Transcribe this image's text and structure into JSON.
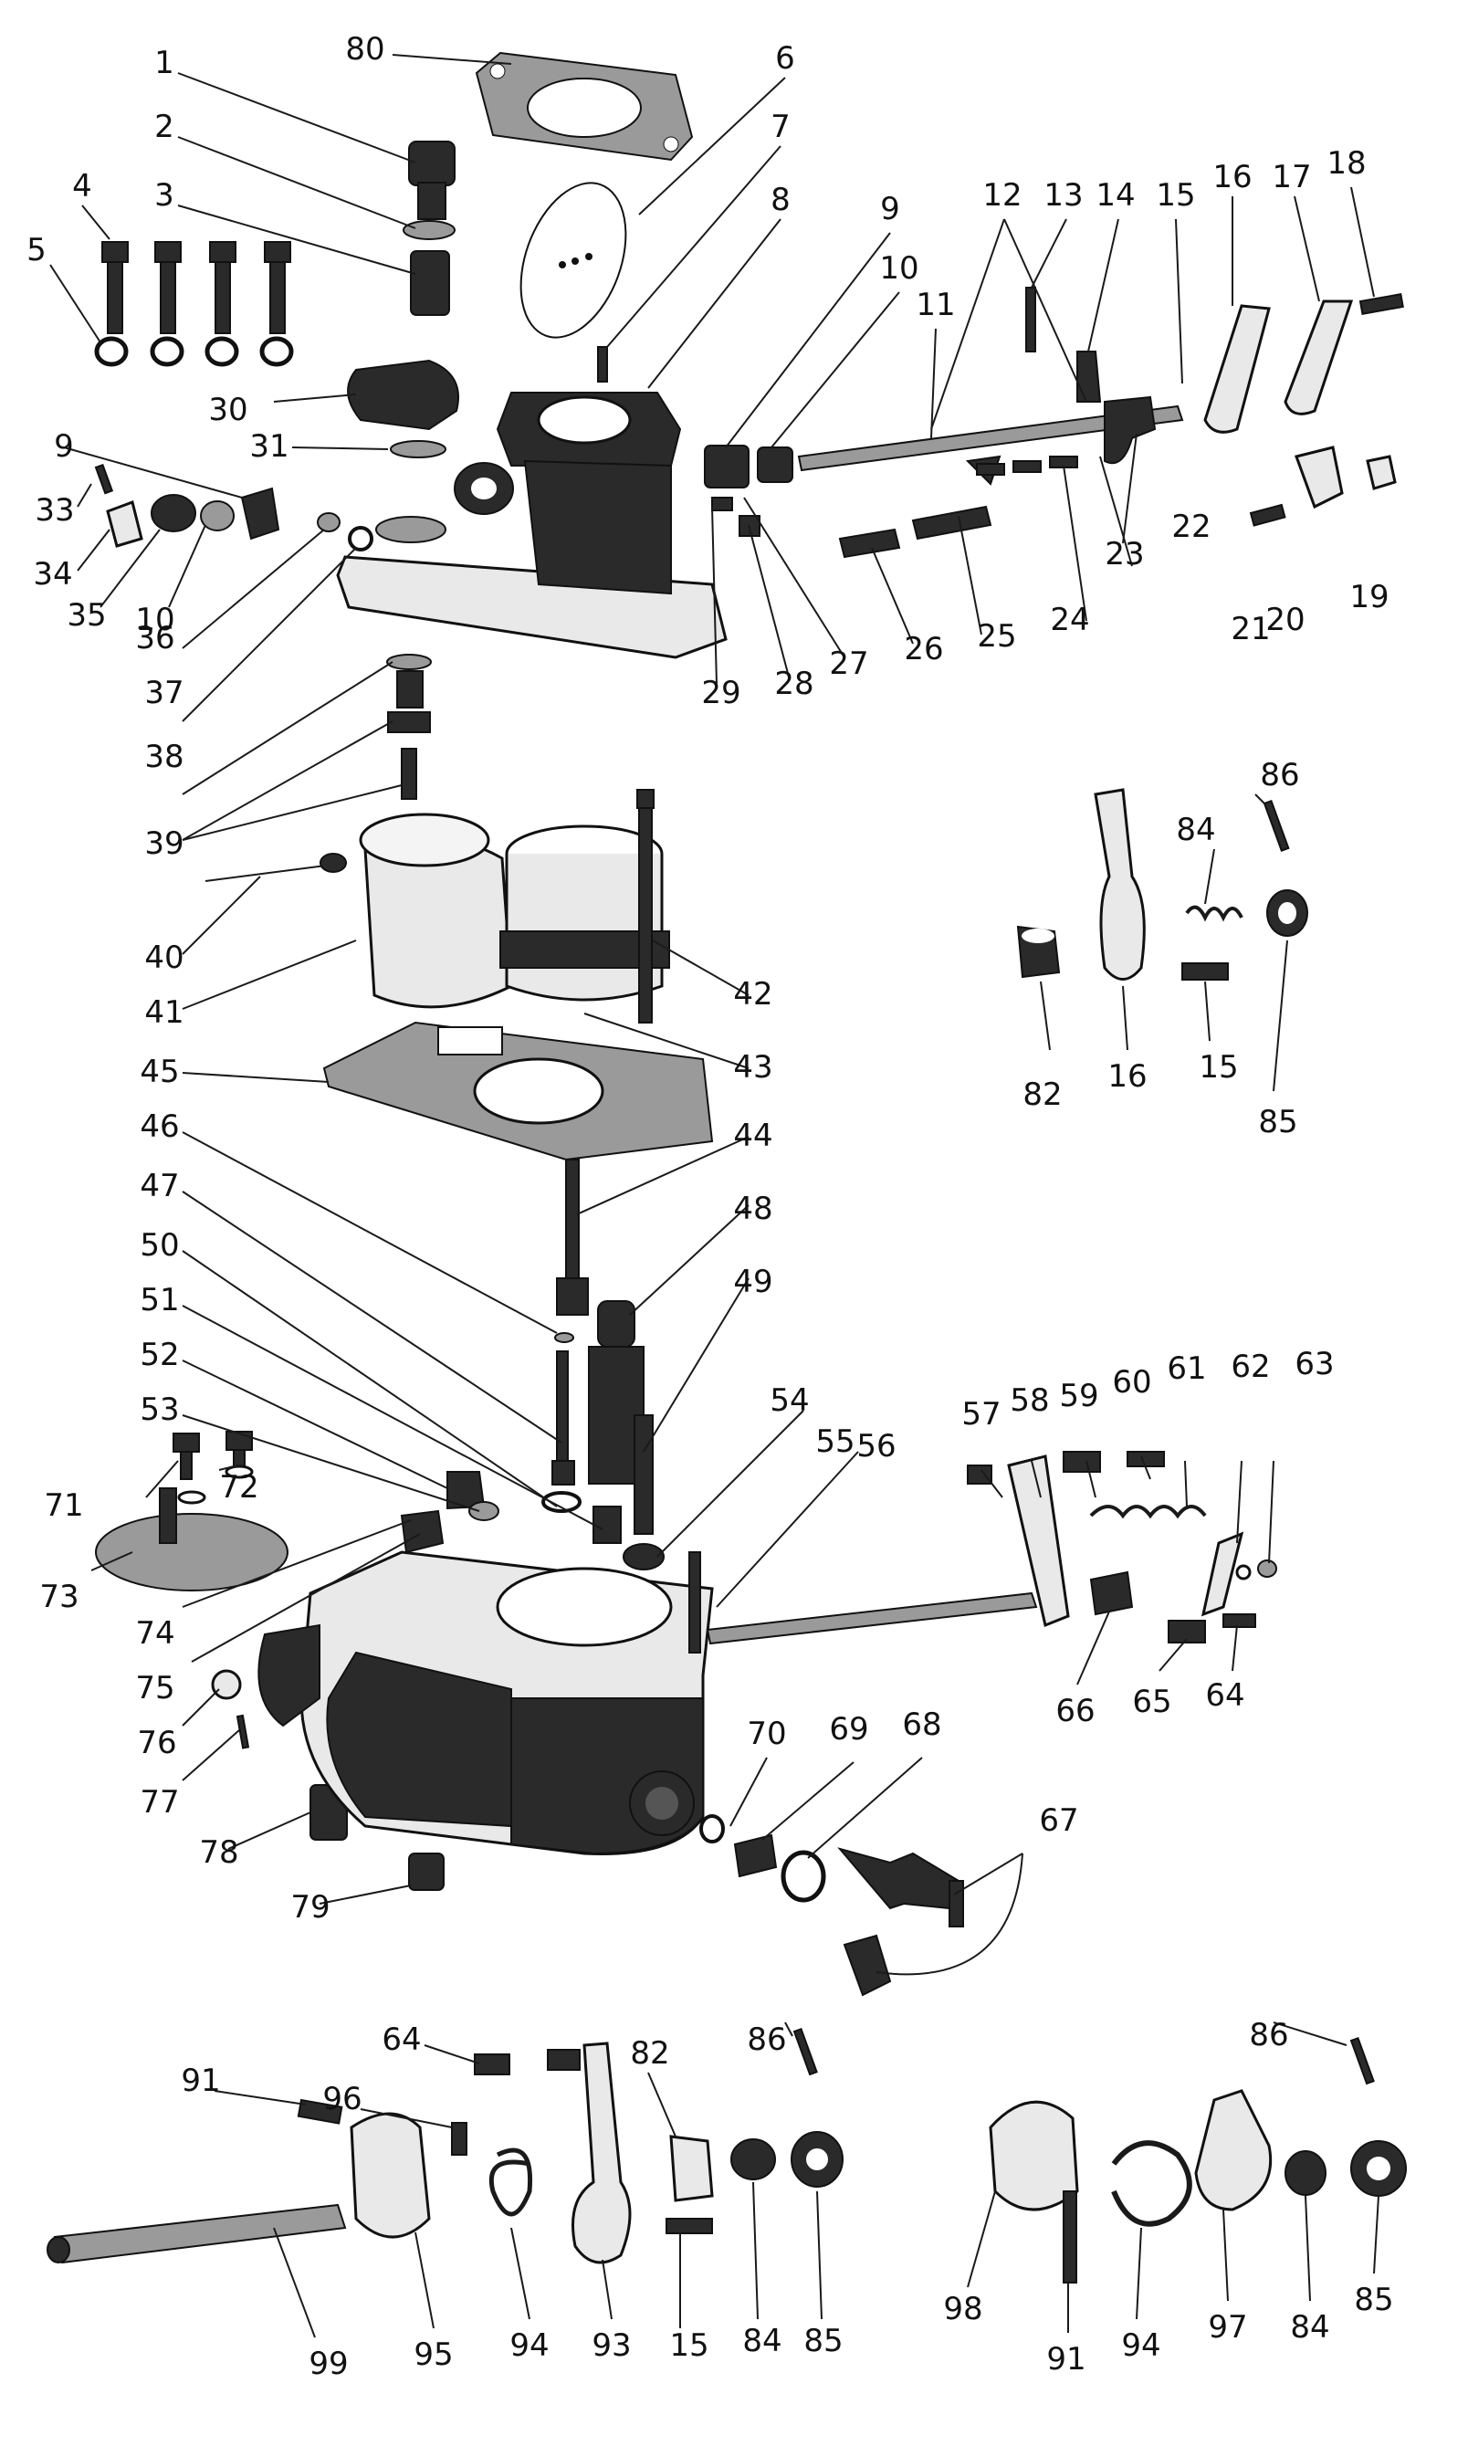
{
  "diagram": {
    "labels": [
      "1",
      "2",
      "3",
      "4",
      "5",
      "6",
      "7",
      "8",
      "9",
      "10",
      "11",
      "12",
      "13",
      "14",
      "15",
      "16",
      "17",
      "18",
      "19",
      "20",
      "21",
      "22",
      "23",
      "24",
      "25",
      "26",
      "27",
      "28",
      "29",
      "30",
      "31",
      "33",
      "34",
      "35",
      "36",
      "37",
      "38",
      "39",
      "40",
      "41",
      "42",
      "43",
      "44",
      "45",
      "46",
      "47",
      "48",
      "49",
      "50",
      "51",
      "52",
      "53",
      "54",
      "55",
      "56",
      "57",
      "58",
      "59",
      "60",
      "61",
      "62",
      "63",
      "64",
      "65",
      "66",
      "67",
      "68",
      "69",
      "70",
      "71",
      "72",
      "73",
      "74",
      "75",
      "76",
      "77",
      "78",
      "79",
      "80",
      "82",
      "84",
      "85",
      "86",
      "91",
      "93",
      "94",
      "95",
      "96",
      "97",
      "98",
      "99"
    ]
  }
}
